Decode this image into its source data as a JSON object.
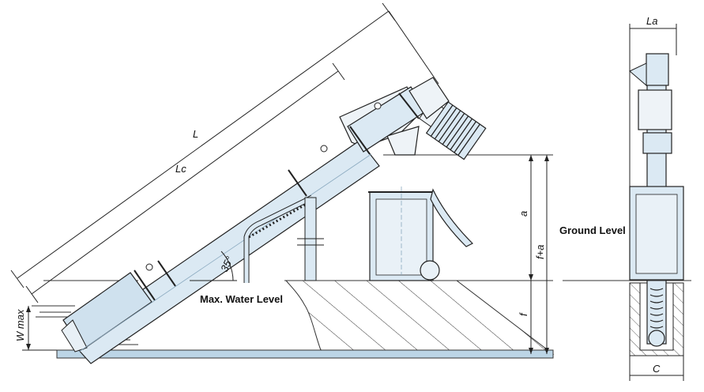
{
  "dimensions": {
    "L": "L",
    "Lc": "Lc",
    "a": "a",
    "f_plus_a": "f+a",
    "f": "f",
    "w_max": "W max",
    "La": "La",
    "C": "C"
  },
  "angle": "35°",
  "labels": {
    "max_water_level": "Max. Water Level",
    "ground_level": "Ground Level"
  },
  "colors": {
    "equipment_fill": "#dbe9f3",
    "equipment_dark": "#b9d2e4",
    "line": "#222222",
    "ground_hatch": "#333333",
    "base_fill": "#bcd5e6"
  }
}
